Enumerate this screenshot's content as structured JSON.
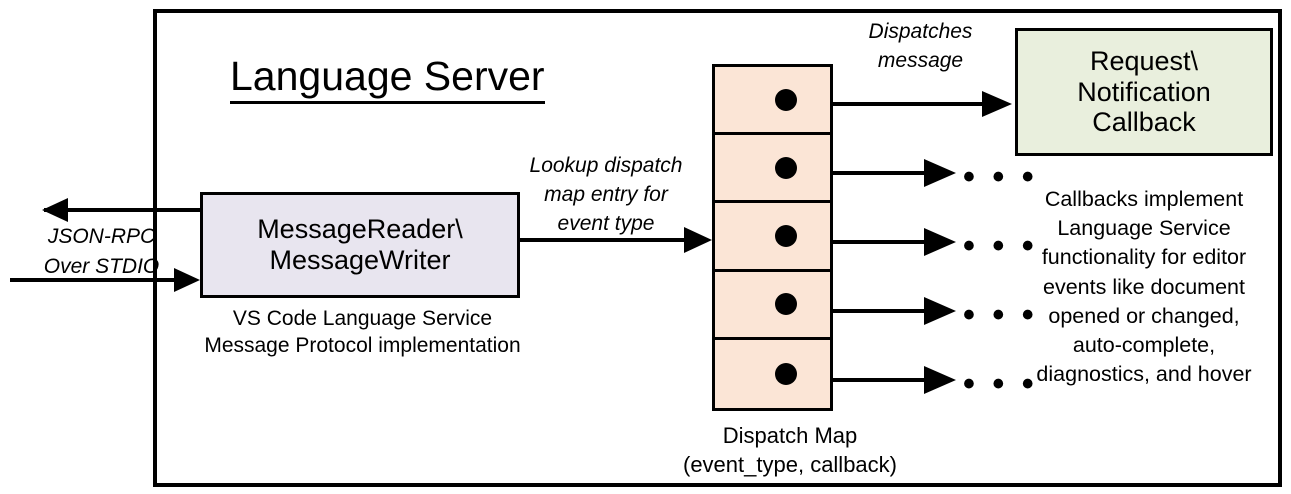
{
  "diagram": {
    "title": "Language Server",
    "frame_label": "language-server-boundary"
  },
  "nodes": {
    "reader_writer": {
      "line1": "MessageReader\\",
      "line2": "MessageWriter",
      "fill": "#E8E5EF",
      "caption_line1": "VS Code Language Service",
      "caption_line2": "Message Protocol implementation"
    },
    "callback": {
      "line1": "Request\\",
      "line2": "Notification",
      "line3": "Callback",
      "fill": "#E9EFDD",
      "caption_line1": "Callbacks implement",
      "caption_line2": "Language Service",
      "caption_line3": "functionality for editor",
      "caption_line4": "events like document",
      "caption_line5": "opened or changed,",
      "caption_line6": "auto-complete,",
      "caption_line7": "diagnostics, and hover"
    },
    "dispatch_map": {
      "fill": "#FBE5D6",
      "cell_count": 5,
      "caption_line1": "Dispatch Map",
      "caption_line2": "(event_type, callback)"
    }
  },
  "edges": {
    "jsonrpc": {
      "line1": "JSON-RPC",
      "line2": "Over STDIO"
    },
    "lookup": {
      "line1": "Lookup dispatch",
      "line2": "map entry for",
      "line3": "event type"
    },
    "dispatches": {
      "line1": "Dispatches",
      "line2": "message"
    },
    "ellipsis": "• • •",
    "ellipsis_count": 4
  },
  "colors": {
    "stroke": "#000000",
    "background": "#FFFFFF",
    "reader_fill": "#E8E5EF",
    "map_fill": "#FBE5D6",
    "callback_fill": "#E9EFDD"
  }
}
